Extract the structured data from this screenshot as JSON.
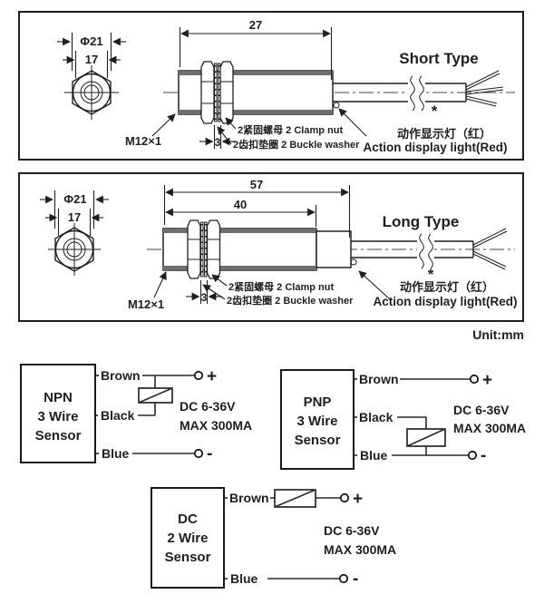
{
  "unit_label": "Unit:mm",
  "colors": {
    "brown": "#9c5a28",
    "blue": "#2545c8",
    "line": "#1f1f1f"
  },
  "short_type": {
    "title": "Short Type",
    "dim_diameter": "Φ21",
    "dim_face": "17",
    "dim_length": "27",
    "dim_thread": "M12×1",
    "dim_gap": "3",
    "label_clamp_nut": "2紧固螺母 2 Clamp nut",
    "label_buckle_washer": "2齿扣垫圈 2 Buckle washer",
    "star": "*",
    "light_cn": "动作显示灯（红）",
    "light_en": "Action display light(Red)"
  },
  "long_type": {
    "title": "Long Type",
    "dim_diameter": "Φ21",
    "dim_face": "17",
    "dim_length_total": "57",
    "dim_length_body": "40",
    "dim_thread": "M12×1",
    "dim_gap": "3",
    "label_clamp_nut": "2紧固螺母 2 Clamp nut",
    "label_buckle_washer": "2齿扣垫圈 2 Buckle washer",
    "star": "*",
    "light_cn": "动作显示灯（红）",
    "light_en": "Action display light(Red)"
  },
  "wiring": {
    "npn": {
      "box_lines": [
        "NPN",
        "3 Wire",
        "Sensor"
      ],
      "wire_brown": "Brown",
      "wire_black": "Black",
      "wire_blue": "Blue",
      "supply_line1": "DC 6-36V",
      "supply_line2": "MAX 300MA",
      "plus": "+",
      "minus": "-"
    },
    "pnp": {
      "box_lines": [
        "PNP",
        "3 Wire",
        "Sensor"
      ],
      "wire_brown": "Brown",
      "wire_black": "Black",
      "wire_blue": "Blue",
      "supply_line1": "DC 6-36V",
      "supply_line2": "MAX 300MA",
      "plus": "+",
      "minus": "-"
    },
    "dc": {
      "box_lines": [
        "DC",
        "2 Wire",
        "Sensor"
      ],
      "wire_brown": "Brown",
      "wire_blue": "Blue",
      "supply_line1": "DC 6-36V",
      "supply_line2": "MAX 300MA",
      "plus": "+",
      "minus": "-"
    }
  }
}
